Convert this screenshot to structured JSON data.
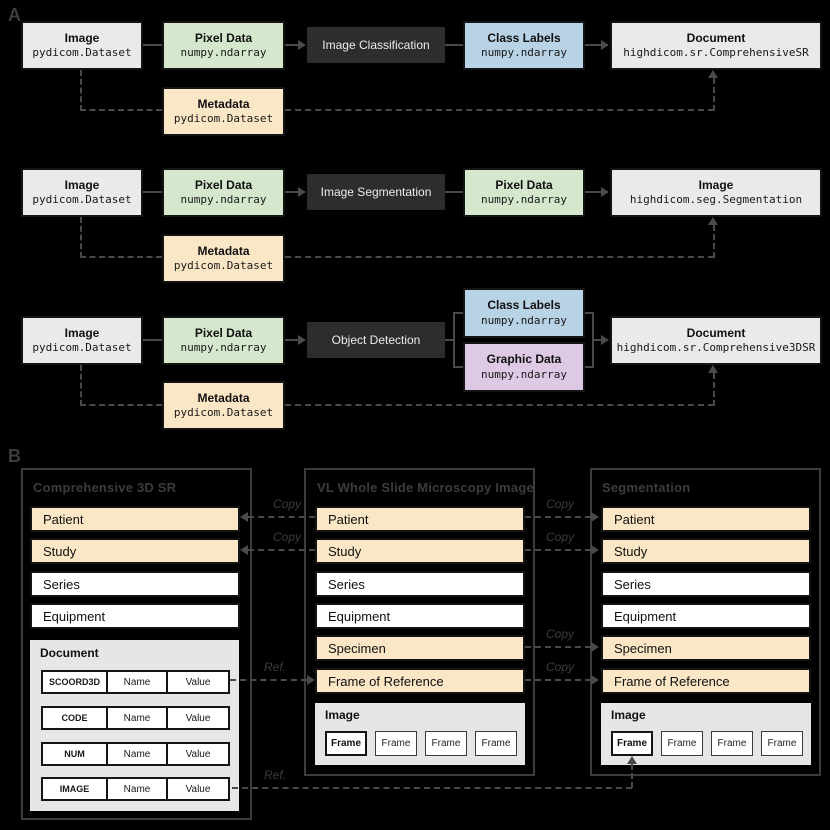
{
  "panel_a": {
    "label": "A",
    "rows": [
      {
        "source": {
          "title": "Image",
          "code": "pydicom.Dataset"
        },
        "pixel": {
          "title": "Pixel Data",
          "code": "numpy.ndarray"
        },
        "process": "Image Classification",
        "outputs": [
          {
            "title": "Class Labels",
            "code": "numpy.ndarray"
          }
        ],
        "result": {
          "title": "Document",
          "code": "highdicom.sr.ComprehensiveSR"
        },
        "metadata": {
          "title": "Metadata",
          "code": "pydicom.Dataset"
        }
      },
      {
        "source": {
          "title": "Image",
          "code": "pydicom.Dataset"
        },
        "pixel": {
          "title": "Pixel Data",
          "code": "numpy.ndarray"
        },
        "process": "Image Segmentation",
        "outputs": [
          {
            "title": "Pixel Data",
            "code": "numpy.ndarray"
          }
        ],
        "result": {
          "title": "Image",
          "code": "highdicom.seg.Segmentation"
        },
        "metadata": {
          "title": "Metadata",
          "code": "pydicom.Dataset"
        }
      },
      {
        "source": {
          "title": "Image",
          "code": "pydicom.Dataset"
        },
        "pixel": {
          "title": "Pixel Data",
          "code": "numpy.ndarray"
        },
        "process": "Object Detection",
        "outputs": [
          {
            "title": "Class Labels",
            "code": "numpy.ndarray"
          },
          {
            "title": "Graphic Data",
            "code": "numpy.ndarray"
          }
        ],
        "result": {
          "title": "Document",
          "code": "highdicom.sr.Comprehensive3DSR"
        },
        "metadata": {
          "title": "Metadata",
          "code": "pydicom.Dataset"
        }
      }
    ]
  },
  "panel_b": {
    "label": "B",
    "columns": [
      {
        "title": "Comprehensive 3D SR",
        "rows": [
          "Patient",
          "Study",
          "Series",
          "Equipment"
        ],
        "document": {
          "title": "Document",
          "name_label": "Name",
          "value_label": "Value",
          "items": [
            {
              "type": "SCOORD3D"
            },
            {
              "type": "CODE"
            },
            {
              "type": "NUM"
            },
            {
              "type": "IMAGE"
            }
          ]
        }
      },
      {
        "title": "VL Whole Slide Microscopy Image",
        "rows": [
          "Patient",
          "Study",
          "Series",
          "Equipment",
          "Specimen",
          "Frame of Reference"
        ],
        "image": {
          "title": "Image",
          "frame_label": "Frame"
        }
      },
      {
        "title": "Segmentation",
        "rows": [
          "Patient",
          "Study",
          "Series",
          "Equipment",
          "Specimen",
          "Frame of Reference"
        ],
        "image": {
          "title": "Image",
          "frame_label": "Frame"
        }
      }
    ],
    "edges": {
      "copy_label": "Copy",
      "ref_label": "Ref."
    }
  },
  "colors": {
    "background": "#000000",
    "box_gray": "#eaeaea",
    "green": "#d5e8cd",
    "beige": "#fbe7c6",
    "blue": "#b9d3e6",
    "purple": "#ddc9e4",
    "red": "#f4a29c",
    "image_green": "#cfe6c3",
    "process_dark": "#2d2d2d",
    "section_gray": "#e6e6e6",
    "connector_gray": "#4a4a4a",
    "outline_gray": "#3c3c3c"
  }
}
